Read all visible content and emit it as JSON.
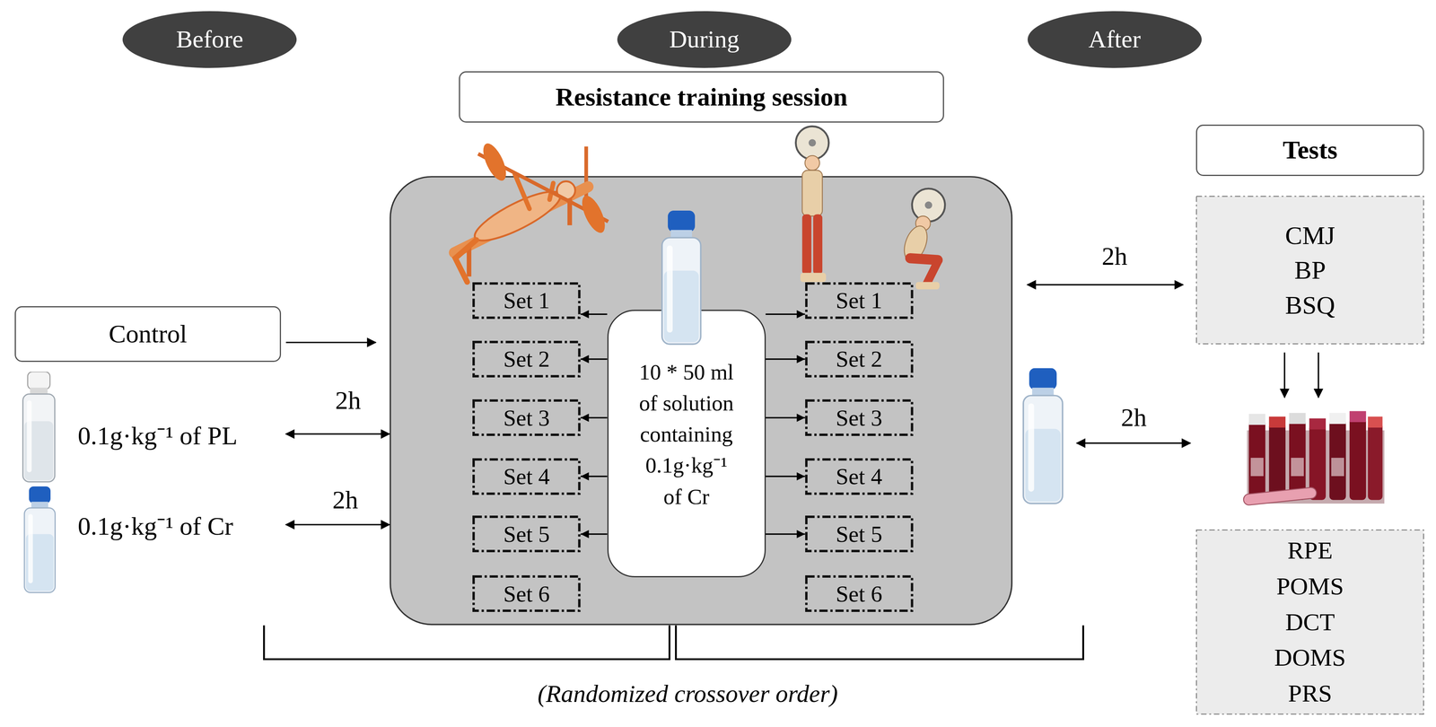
{
  "diagram": {
    "nodes": [
      {
        "text": [
          "Before"
        ]
      },
      {
        "text": [
          "During"
        ]
      },
      {
        "text": [
          "After"
        ]
      },
      {
        "text": [
          "Resistance training session"
        ]
      },
      {
        "text": [
          "Tests"
        ]
      },
      {
        "text": [
          "Control"
        ]
      },
      {
        "text": [
          "Set 1"
        ]
      },
      {
        "text": [
          "Set 2"
        ]
      },
      {
        "text": [
          "Set 3"
        ]
      },
      {
        "text": [
          "Set 4"
        ]
      },
      {
        "text": [
          "Set 5"
        ]
      },
      {
        "text": [
          "Set 6"
        ]
      },
      {
        "text": [
          "10 * 50 ml of solution containing 0.1g·kg⁻¹ of Cr"
        ]
      },
      {
        "text": [
          "Set 1"
        ]
      },
      {
        "text": [
          "Set 2"
        ]
      },
      {
        "text": [
          "Set 3"
        ]
      },
      {
        "text": [
          "Set 4"
        ]
      },
      {
        "text": [
          "Set 5"
        ]
      },
      {
        "text": [
          "Set 6"
        ]
      },
      {
        "text": [
          "CMJ",
          "BP",
          "BSQ"
        ]
      },
      {
        "text": [
          "RPE",
          "POMS",
          "DCT",
          "DOMS",
          "PRS"
        ]
      }
    ],
    "edges": [
      {
        "from": 12,
        "to": 6,
        "arrow": "to"
      },
      {
        "from": 12,
        "to": 7,
        "arrow": "to"
      },
      {
        "from": 12,
        "to": 8,
        "arrow": "to"
      },
      {
        "from": 12,
        "to": 9,
        "arrow": "to"
      },
      {
        "from": 12,
        "to": 10,
        "arrow": "to"
      },
      {
        "from": 12,
        "to": 13,
        "arrow": "to"
      },
      {
        "from": 12,
        "to": 14,
        "arrow": "to"
      },
      {
        "from": 12,
        "to": 15,
        "arrow": "to"
      },
      {
        "from": 12,
        "to": 16,
        "arrow": "to"
      },
      {
        "from": 12,
        "to": 17,
        "arrow": "to"
      }
    ],
    "labels": [
      "0.1g·kg⁻¹ of PL",
      "0.1g·kg⁻¹ of Cr",
      "2h",
      "2h",
      "2h",
      "2h",
      "(Randomized crossover order)"
    ]
  }
}
